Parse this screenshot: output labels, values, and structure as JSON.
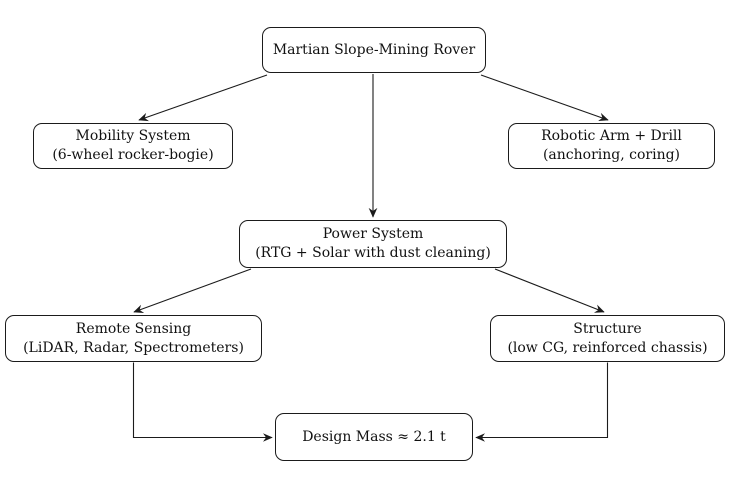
{
  "diagram": {
    "background_color": "#ffffff",
    "line_color": "#1b1b1b",
    "text_color": "#111111",
    "nodes": {
      "root": {
        "title": "Martian Slope-Mining Rover"
      },
      "mobility": {
        "title": "Mobility System",
        "subtitle": "(6-wheel rocker-bogie)"
      },
      "arm": {
        "title": "Robotic Arm + Drill",
        "subtitle": "(anchoring, coring)"
      },
      "power": {
        "title": "Power System",
        "subtitle": "(RTG + Solar with dust cleaning)"
      },
      "sensing": {
        "title": "Remote Sensing",
        "subtitle": "(LiDAR, Radar, Spectrometers)"
      },
      "structure": {
        "title": "Structure",
        "subtitle": "(low CG, reinforced chassis)"
      },
      "mass": {
        "title": "Design Mass ≈ 2.1 t"
      }
    },
    "edges": [
      {
        "from": "root",
        "to": "mobility"
      },
      {
        "from": "root",
        "to": "power"
      },
      {
        "from": "root",
        "to": "arm"
      },
      {
        "from": "power",
        "to": "sensing"
      },
      {
        "from": "power",
        "to": "structure"
      },
      {
        "from": "sensing",
        "to": "mass"
      },
      {
        "from": "structure",
        "to": "mass"
      }
    ]
  }
}
